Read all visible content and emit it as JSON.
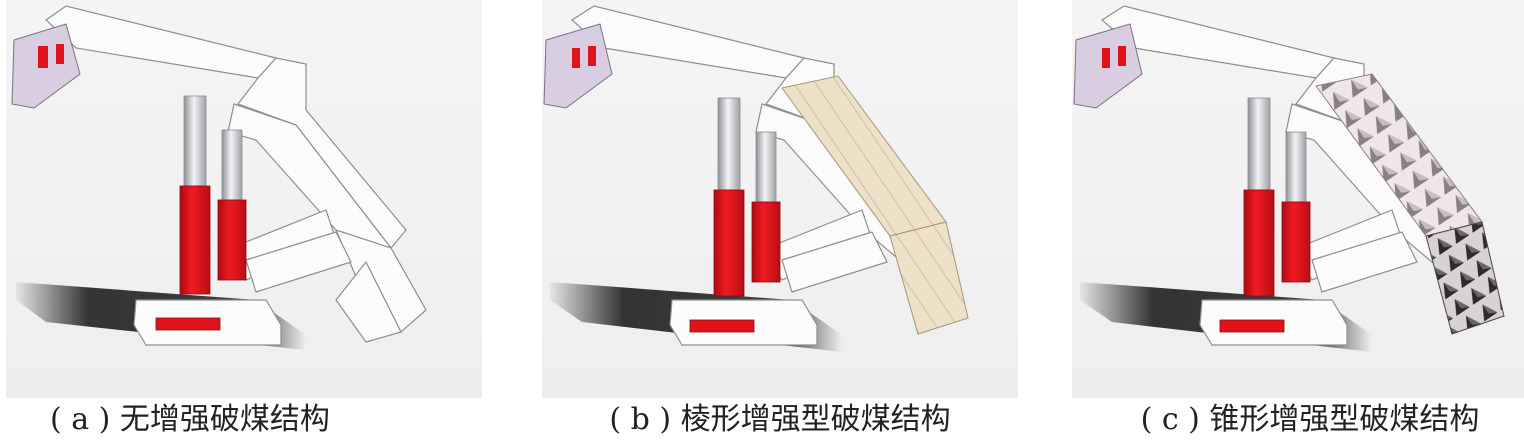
{
  "figures": [
    {
      "id": "a",
      "caption": "( a ) 无增强破煤结构",
      "enhancement": "none"
    },
    {
      "id": "b",
      "caption": "( b ) 棱形增强型破煤结构",
      "enhancement": "prism"
    },
    {
      "id": "c",
      "caption": "( c ) 锥形增强型破煤结构",
      "enhancement": "cone"
    }
  ],
  "colors": {
    "background": "#f2f2f2",
    "frame_stroke": "#8a8a8a",
    "frame_fill": "#fbfbfb",
    "cylinder_red": "#e0121b",
    "cylinder_rod": "#c9cbd0",
    "shadow": "#1f1f1f",
    "prism_plate": "#ecdcc4",
    "cone_plate_light": "#e4d6dc",
    "cone_plate_dark": "#3a3636",
    "lavender_plate": "#d9cde2"
  }
}
